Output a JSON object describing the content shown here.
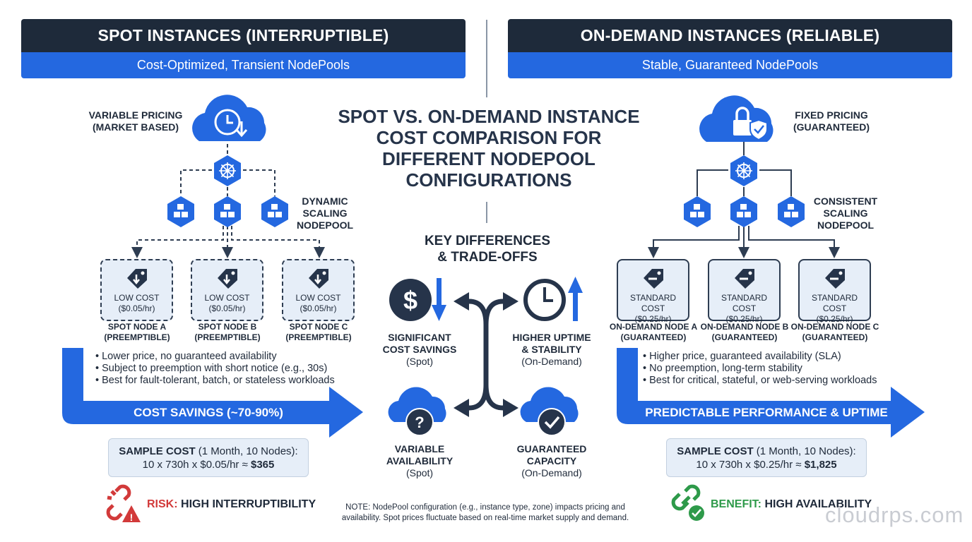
{
  "spot_header": {
    "title": "SPOT INSTANCES (INTERRUPTIBLE)",
    "subtitle": "Cost-Optimized, Transient NodePools"
  },
  "ondemand_header": {
    "title": "ON-DEMAND INSTANCES (RELIABLE)",
    "subtitle": "Stable, Guaranteed NodePools"
  },
  "center": {
    "title_lines": [
      "SPOT VS. ON-DEMAND INSTANCE",
      "COST COMPARISON FOR",
      "DIFFERENT NODEPOOL",
      "CONFIGURATIONS"
    ],
    "key_title_lines": [
      "KEY DIFFERENCES",
      "& TRADE-OFFS"
    ],
    "items": [
      {
        "title_lines": [
          "SIGNIFICANT",
          "COST SAVINGS"
        ],
        "sub": "(Spot)"
      },
      {
        "title_lines": [
          "HIGHER UPTIME",
          "& STABILITY"
        ],
        "sub": "(On-Demand)"
      },
      {
        "title_lines": [
          "VARIABLE",
          "AVAILABILITY"
        ],
        "sub": "(Spot)"
      },
      {
        "title_lines": [
          "GUARANTEED",
          "CAPACITY"
        ],
        "sub": "(On-Demand)"
      }
    ],
    "note_lines": [
      "NOTE: NodePool configuration (e.g., instance type, zone) impacts pricing and",
      "availability. Spot prices fluctuate based on real-time market supply and demand."
    ]
  },
  "spot": {
    "pricing_lines": [
      "VARIABLE PRICING",
      "(MARKET BASED)"
    ],
    "scaling_lines": [
      "DYNAMIC",
      "SCALING",
      "NODEPOOL"
    ],
    "nodes": [
      {
        "cost_lines": [
          "LOW COST",
          "($0.05/hr)"
        ],
        "name_lines": [
          "SPOT NODE A",
          "(PREEMPTIBLE)"
        ]
      },
      {
        "cost_lines": [
          "LOW COST",
          "($0.05/hr)"
        ],
        "name_lines": [
          "SPOT NODE B",
          "(PREEMPTIBLE)"
        ]
      },
      {
        "cost_lines": [
          "LOW COST",
          "($0.05/hr)"
        ],
        "name_lines": [
          "SPOT NODE C",
          "(PREEMPTIBLE)"
        ]
      }
    ],
    "bullets": [
      "Lower price, no guaranteed availability",
      "Subject to preemption with short notice (e.g., 30s)",
      "Best for fault-tolerant, batch, or stateless workloads"
    ],
    "arrow_label": "COST SAVINGS (~70-90%)",
    "sample_label": "SAMPLE COST",
    "sample_rest": " (1 Month, 10 Nodes):",
    "sample_formula": "10 x 730h x $0.05/hr ≈ ",
    "sample_total": "$365",
    "footer_key": "RISK:",
    "footer_value": " HIGH INTERRUPTIBILITY"
  },
  "ondemand": {
    "pricing_lines": [
      "FIXED PRICING",
      "(GUARANTEED)"
    ],
    "scaling_lines": [
      "CONSISTENT",
      "SCALING",
      "NODEPOOL"
    ],
    "nodes": [
      {
        "cost_lines": [
          "STANDARD COST",
          "($0.25/hr)"
        ],
        "name_lines": [
          "ON-DEMAND NODE A",
          "(GUARANTEED)"
        ]
      },
      {
        "cost_lines": [
          "STANDARD COST",
          "($0.25/hr)"
        ],
        "name_lines": [
          "ON-DEMAND NODE B",
          "(GUARANTEED)"
        ]
      },
      {
        "cost_lines": [
          "STANDARD COST",
          "($0.25/hr)"
        ],
        "name_lines": [
          "ON-DEMAND NODE C",
          "(GUARANTEED)"
        ]
      }
    ],
    "bullets": [
      "Higher price, guaranteed availability (SLA)",
      "No preemption, long-term stability",
      "Best for critical, stateful, or web-serving workloads"
    ],
    "arrow_label": "PREDICTABLE PERFORMANCE & UPTIME",
    "sample_label": "SAMPLE COST",
    "sample_rest": " (1 Month, 10 Nodes):",
    "sample_formula": "10 x 730h x $0.25/hr ≈ ",
    "sample_total": "$1,825",
    "footer_key": "BENEFIT:",
    "footer_value": " HIGH AVAILABILITY"
  },
  "watermark": "cloudrps.com",
  "colors": {
    "navy": "#1e2a3a",
    "blue": "#2468e0",
    "card": "#e6eef8",
    "risk_red": "#d23a3a",
    "benefit_green": "#2e9a4a"
  },
  "icons": [
    "cloud-clock-icon",
    "cloud-lock-shield-icon",
    "kubernetes-wheel-icon",
    "node-cube-icon",
    "price-tag-down-icon",
    "price-tag-minus-icon",
    "dollar-icon",
    "arrow-down-icon",
    "clock-icon",
    "arrow-up-icon",
    "cloud-question-icon",
    "cloud-check-icon",
    "broken-link-warning-icon",
    "link-check-icon"
  ]
}
